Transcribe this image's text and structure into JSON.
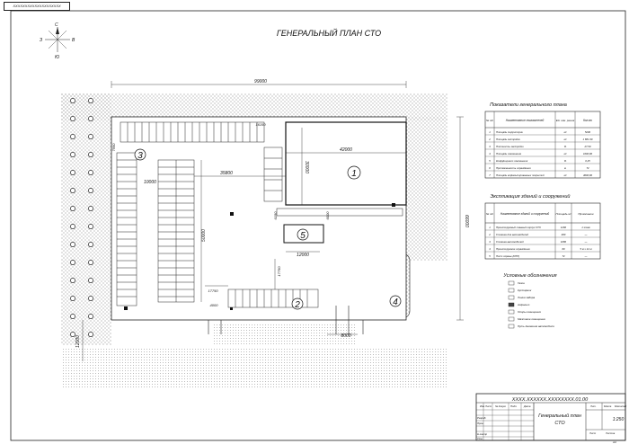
{
  "stamp_top": "XXXXXXXXXXXXXXXXXXXX",
  "title": "ГЕНЕРАЛЬНЫЙ ПЛАН СТО",
  "compass": {
    "n": "С",
    "w": "З",
    "e": "В",
    "s": "Ю"
  },
  "dimensions": {
    "overall_width": "99000",
    "overall_height": "66000",
    "d16150": "16150",
    "d42000": "42000",
    "d30000": "30000",
    "d35800": "35800",
    "d7550": "7550",
    "d10000": "10000",
    "d50000": "50000",
    "d6150": "6150",
    "d6000": "6000",
    "d12000": "12000",
    "d17750": "17750",
    "d17750b": "17750",
    "d4000": "4000",
    "d8000": "8000",
    "d12000b": "12000"
  },
  "zones": [
    "1",
    "2",
    "3",
    "4",
    "5"
  ],
  "indicators_table": {
    "title": "Показатели генерального плана",
    "headers": [
      "№ п/п",
      "Наименование показателей",
      "Ед. изм. рения",
      "Кол-во"
    ],
    "rows": [
      [
        "1",
        "Площадь территории",
        "м²",
        "5200"
      ],
      [
        "2",
        "Площадь застройки",
        "м²",
        "1 681 00"
      ],
      [
        "3",
        "Плотность застройки",
        "%",
        "27,59"
      ],
      [
        "4",
        "Площадь озеленения",
        "м²",
        "1000,00"
      ],
      [
        "5",
        "Коэффициент озеленения",
        "%",
        "0,25"
      ],
      [
        "6",
        "Протяженность ограждения",
        "м",
        "72"
      ],
      [
        "7",
        "Площадь асфальтированных покрытий",
        "м²",
        "4000,00"
      ]
    ]
  },
  "explication_table": {
    "title": "Экспликация зданий и сооружений",
    "headers": [
      "№ п/п",
      "Наименование зданий и сооружений",
      "Площадь м²",
      "Примечание"
    ],
    "rows": [
      [
        "1",
        "Проектируемый главный корпус СТО",
        "1260",
        "1 этаж"
      ],
      [
        "2",
        "Стоянка для автомобилей",
        "480",
        "—"
      ],
      [
        "3",
        "Стоянка автомобилей",
        "1080",
        "—"
      ],
      [
        "4",
        "Проектируемое ограждение",
        "60",
        "5 м х 12 м"
      ],
      [
        "5",
        "Пост охраны (КПП)",
        "72",
        "—"
      ]
    ]
  },
  "legend": {
    "title": "Условные обозначения",
    "items": [
      "Газон",
      "Кустарник",
      "Линия забора",
      "Асфальт",
      "Опоры освещения",
      "Мачтовое освещение",
      "Путь движения автомобиля"
    ]
  },
  "title_block": {
    "code": "XXXX.XXXXXX.XXXXXXXX.01.00",
    "name_line1": "Генеральный план",
    "name_line2": "СТО",
    "col_labels": [
      "Изм",
      "Лист",
      "№ докум.",
      "Подп.",
      "Дата"
    ],
    "roles": [
      "Разраб.",
      "Пров.",
      "Н.контр",
      "Утв."
    ],
    "lit_label": "Лит.",
    "mass_label": "Масса",
    "scale_label": "Масштаб",
    "scale": "1:250",
    "sheet_label": "Лист",
    "sheets_label": "Листов",
    "format": "A4"
  }
}
